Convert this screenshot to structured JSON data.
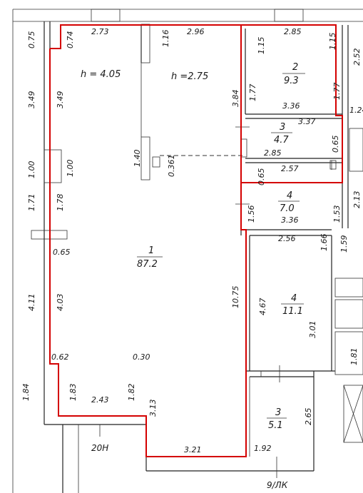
{
  "heights": {
    "main": "h = 4.05",
    "second": "h =2.75"
  },
  "rooms": {
    "r1": {
      "num": "1",
      "area": "87.2"
    },
    "r2": {
      "num": "2",
      "area": "9.3"
    },
    "r3a": {
      "num": "3",
      "area": "4.7"
    },
    "r4a": {
      "num": "4",
      "area": "7.0"
    },
    "r4b": {
      "num": "4",
      "area": "11.1"
    },
    "r3b": {
      "num": "3",
      "area": "5.1"
    }
  },
  "dims": {
    "d0_75": "0.75",
    "d0_74": "0.74",
    "d2_73": "2.73",
    "d1_16": "1.16",
    "d2_96": "2.96",
    "d1_15a": "1.15",
    "d2_85a": "2.85",
    "d1_15b": "1.15",
    "d2_52": "2.52",
    "d3_49a": "3.49",
    "d3_49b": "3.49",
    "d3_84": "3.84",
    "d1_77a": "1.77",
    "d1_77b": "1.77",
    "d3_36a": "3.36",
    "d1_24": "1.24",
    "d3_37": "3.37",
    "d0_65a": "0.65",
    "d2_85b": "2.85",
    "d1_00a": "1.00",
    "d1_00b": "1.00",
    "d1_40": "1.40",
    "d0_361": "0.361",
    "d0_65b": "0.65",
    "d2_57": "2.57",
    "d1_71": "1.71",
    "d1_78": "1.78",
    "d1_56": "1.56",
    "d3_36b": "3.36",
    "d1_53": "1.53",
    "d2_13": "2.13",
    "d2_56": "2.56",
    "d1_66": "1.66",
    "d1_59": "1.59",
    "d0_65c": "0.65",
    "d10_75": "10.75",
    "d4_67": "4.67",
    "d3_01": "3.01",
    "d4_11": "4.11",
    "d4_03": "4.03",
    "d0_62": "0.62",
    "d0_30": "0.30",
    "d1_81": "1.81",
    "d1_84": "1.84",
    "d1_83": "1.83",
    "d1_82": "1.82",
    "d2_43": "2.43",
    "d3_13": "3.13",
    "d2_65": "2.65",
    "d3_21": "3.21",
    "d1_92": "1.92"
  },
  "axes": {
    "a20": "20Н",
    "a9": "9/ЛК"
  },
  "colors": {
    "outline": "#d40000",
    "walls": "#222222"
  }
}
